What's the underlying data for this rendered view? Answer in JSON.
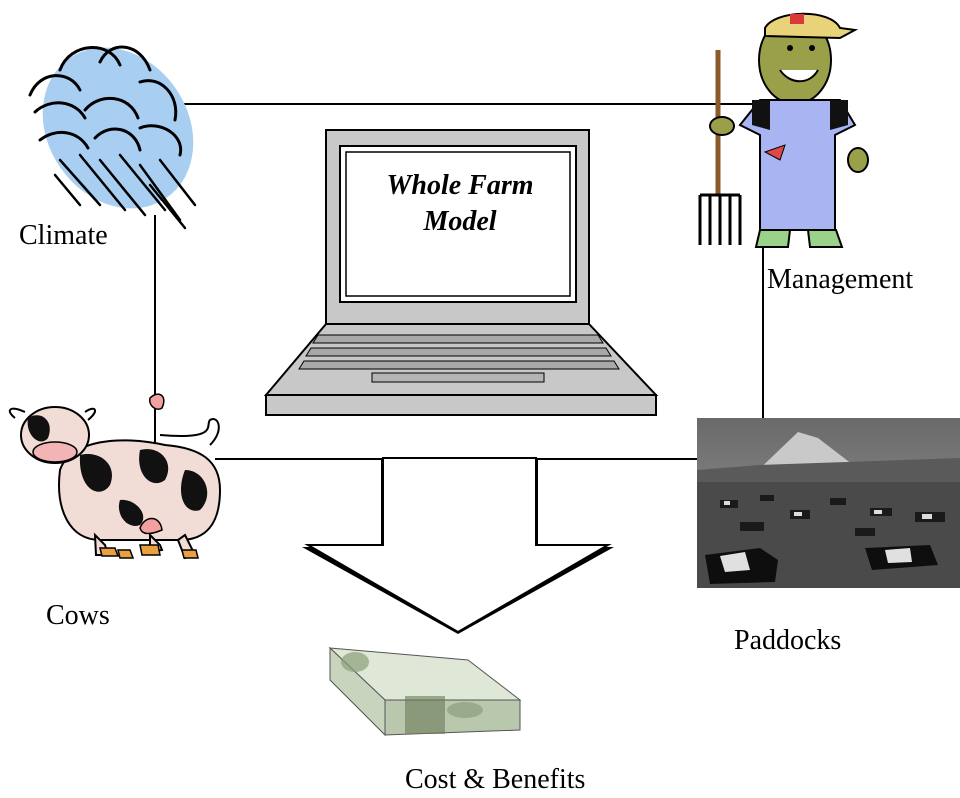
{
  "diagram": {
    "center_title_line1": "Whole Farm",
    "center_title_line2": "Model",
    "labels": {
      "climate": "Climate",
      "management": "Management",
      "cows": "Cows",
      "paddocks": "Paddocks",
      "output": "Cost & Benefits"
    }
  }
}
